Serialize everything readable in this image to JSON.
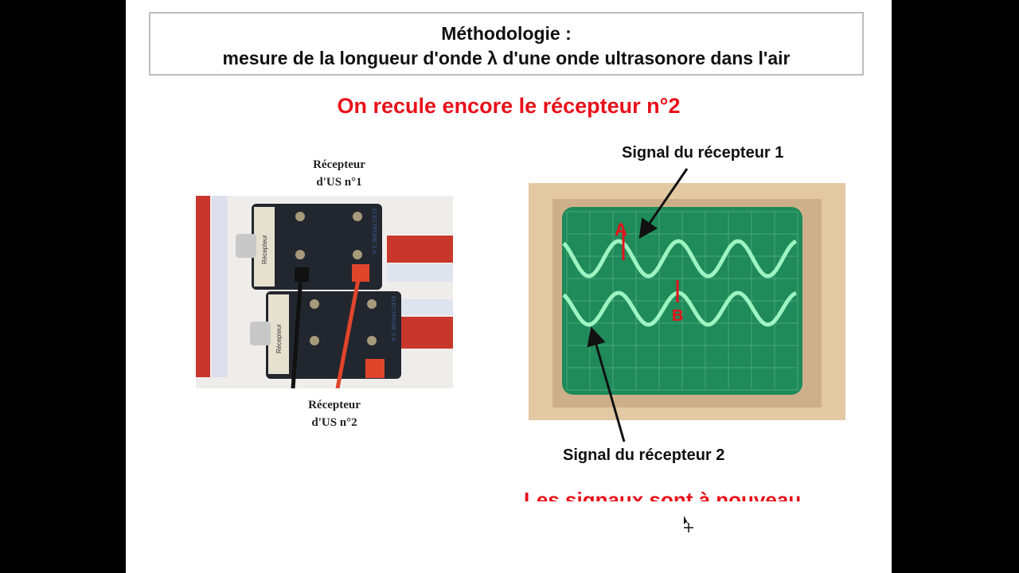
{
  "slide": {
    "title_line1": "Méthodologie :",
    "title_line2": "mesure  de la longueur d'onde λ d'une onde ultrasonore dans l'air",
    "subtitle": "On recule encore le récepteur n°2",
    "photo": {
      "label_top_1": "Récepteur",
      "label_top_2": "d'US n°1",
      "label_bottom_1": "Récepteur",
      "label_bottom_2": "d'US n°2",
      "device_text": "Récepteur",
      "brand_text": "ELECTROME S.A."
    },
    "scope": {
      "label_signal1": "Signal du récepteur 1",
      "label_signal2": "Signal du récepteur 2",
      "marker_a": "A",
      "marker_b": "B",
      "screen_color": "#1f8a5a",
      "trace_color": "#aaffcc",
      "marker_color": "#e8101a"
    },
    "bottom_text": "Les signaux sont à nouveau"
  }
}
